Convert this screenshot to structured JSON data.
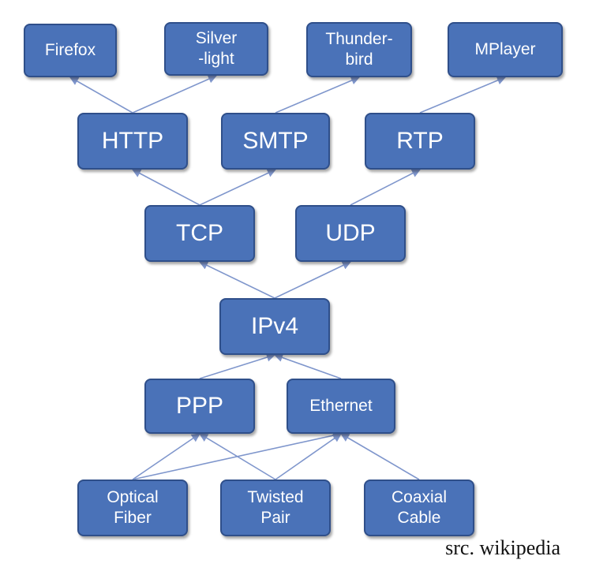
{
  "colors": {
    "node_fill": "#4a72b8",
    "node_border": "#2f4f8a",
    "arrow": "#7f96cc",
    "text": "#ffffff"
  },
  "nodes": {
    "firefox": "Firefox",
    "silverlight": "Silver\n-light",
    "thunderbird": "Thunder-\nbird",
    "mplayer": "MPlayer",
    "http": "HTTP",
    "smtp": "SMTP",
    "rtp": "RTP",
    "tcp": "TCP",
    "udp": "UDP",
    "ipv4": "IPv4",
    "ppp": "PPP",
    "ethernet": "Ethernet",
    "optical_fiber": "Optical\nFiber",
    "twisted_pair": "Twisted\nPair",
    "coaxial_cable": "Coaxial\nCable"
  },
  "edges": [
    [
      "http",
      "firefox"
    ],
    [
      "http",
      "silverlight"
    ],
    [
      "smtp",
      "thunderbird"
    ],
    [
      "rtp",
      "mplayer"
    ],
    [
      "tcp",
      "http"
    ],
    [
      "tcp",
      "smtp"
    ],
    [
      "udp",
      "rtp"
    ],
    [
      "ipv4",
      "tcp"
    ],
    [
      "ipv4",
      "udp"
    ],
    [
      "ppp",
      "ipv4"
    ],
    [
      "ethernet",
      "ipv4"
    ],
    [
      "optical_fiber",
      "ppp"
    ],
    [
      "optical_fiber",
      "ethernet"
    ],
    [
      "twisted_pair",
      "ppp"
    ],
    [
      "twisted_pair",
      "ethernet"
    ],
    [
      "coaxial_cable",
      "ethernet"
    ]
  ],
  "caption": "src. wikipedia"
}
